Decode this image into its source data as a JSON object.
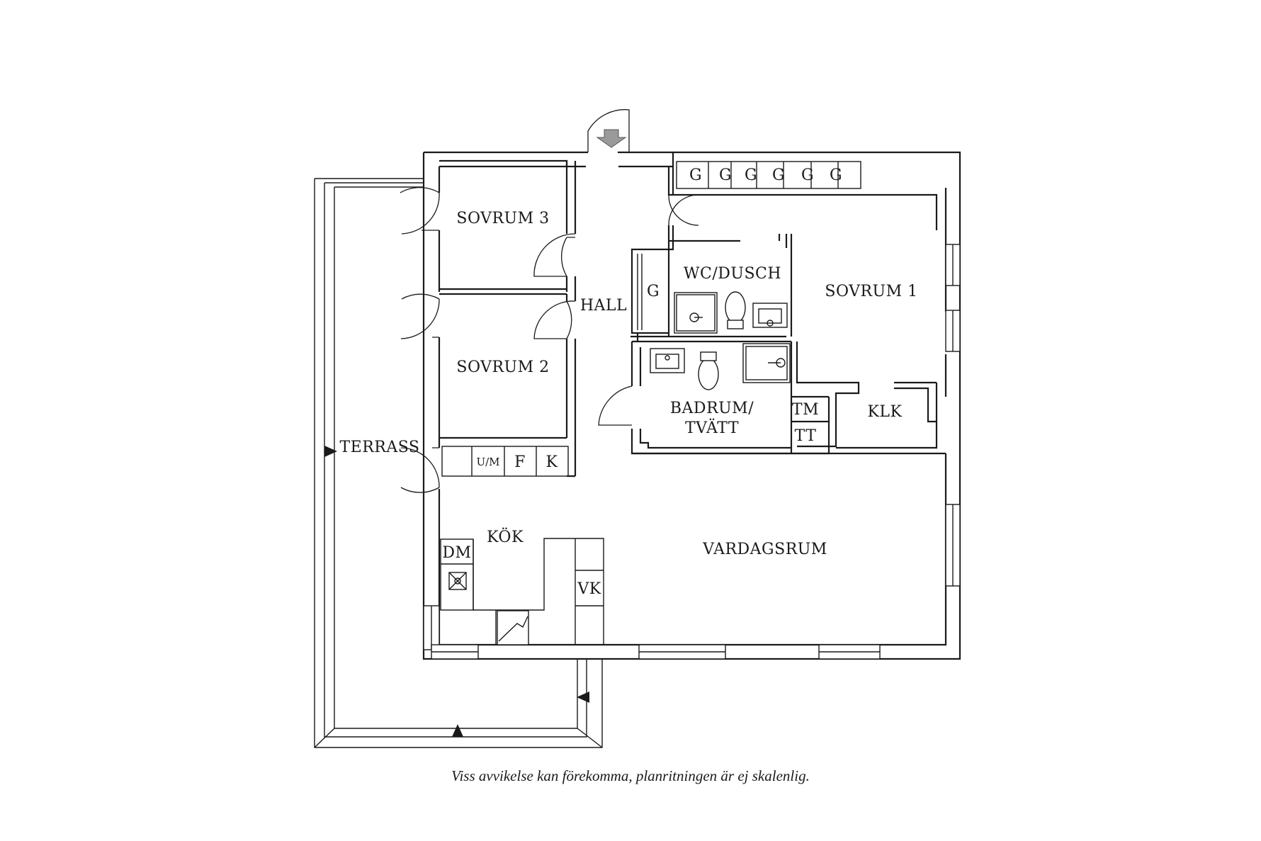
{
  "rooms": {
    "sovrum3": "SOVRUM 3",
    "sovrum2": "SOVRUM 2",
    "sovrum1": "SOVRUM 1",
    "hall": "HALL",
    "wc_dusch": "WC/DUSCH",
    "badrum_line1": "BADRUM/",
    "badrum_line2": "TVÄTT",
    "klk": "KLK",
    "terrass": "TERRASS",
    "kok": "KÖK",
    "vardagsrum": "VARDAGSRUM"
  },
  "fixtures": {
    "wardrobes_top": [
      "G",
      "G",
      "G",
      "G",
      "G",
      "G"
    ],
    "hall_wardrobe": "G",
    "tm": "TM",
    "tt": "TT",
    "um": "U/M",
    "f": "F",
    "k": "K",
    "dm": "DM",
    "vk": "VK"
  },
  "caption": "Viss avvikelse kan förekomma, planritningen är ej skalenlig."
}
